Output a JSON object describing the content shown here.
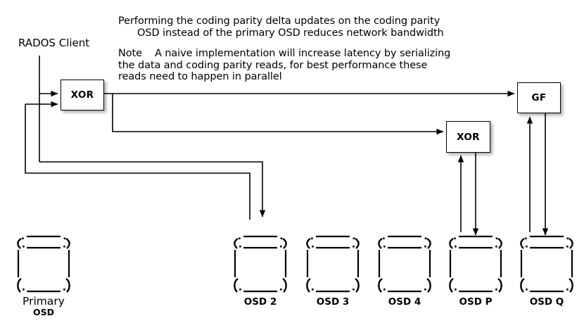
{
  "diagram": {
    "title_note": "Performing the coding parity delta updates on the coding parity\n      OSD instead of the primary OSD reduces network bandwidth",
    "latency_note": "Note    A naive implementation will increase latency by serializing\nthe data and coding parity reads, for best performance these\nreads need to happen in parallel",
    "client_label": "RADOS Client",
    "colors": {
      "stroke": "#000000",
      "background": "#ffffff",
      "box_fill": "#ffffff",
      "shadow": "rgba(0,0,0,0.32)"
    }
  },
  "processors": {
    "xor_primary": {
      "label": "XOR"
    },
    "xor_coding": {
      "label": "XOR"
    },
    "gf": {
      "label": "GF"
    }
  },
  "osds": [
    {
      "id": "primary",
      "label_line1": "Primary",
      "label_line2": "OSD"
    },
    {
      "id": "osd2",
      "label": "OSD 2"
    },
    {
      "id": "osd3",
      "label": "OSD 3"
    },
    {
      "id": "osd4",
      "label": "OSD 4"
    },
    {
      "id": "osdp",
      "label": "OSD P"
    },
    {
      "id": "osdq",
      "label": "OSD Q"
    }
  ]
}
